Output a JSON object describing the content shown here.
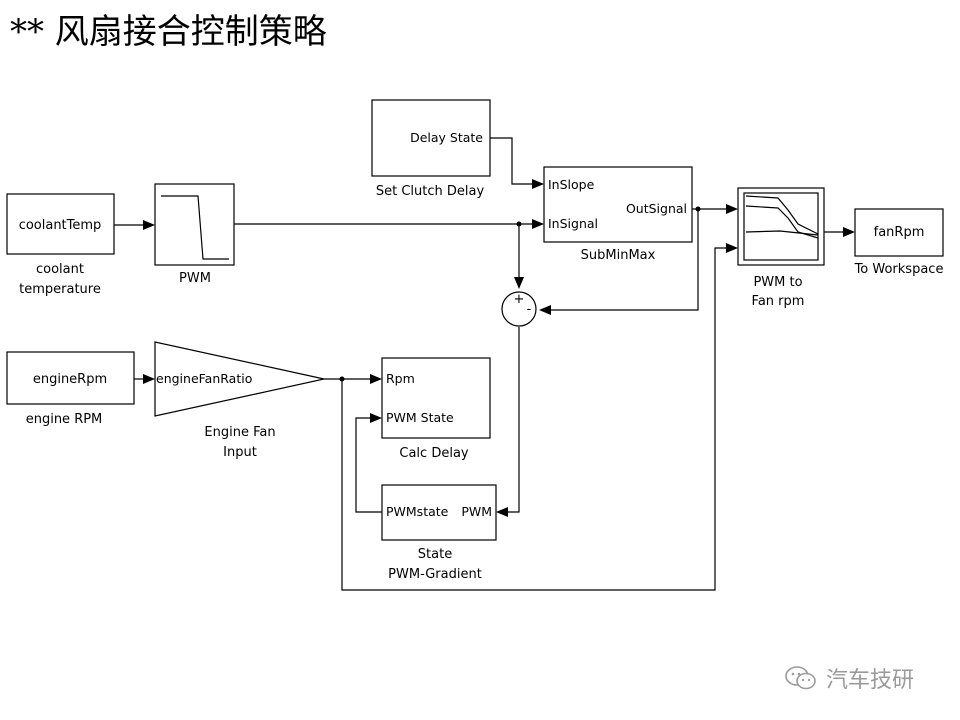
{
  "title": "** 风扇接合控制策略",
  "watermark": {
    "text": "汽车技研",
    "icon": "wechat-icon",
    "color": "#9a9a9a"
  },
  "blocks": {
    "coolant_temp": {
      "text": "coolantTemp",
      "caption1": "coolant",
      "caption2": "temperature"
    },
    "pwm": {
      "caption": "PWM"
    },
    "set_clutch_delay": {
      "port": "Delay State",
      "caption": "Set Clutch Delay"
    },
    "sub_min_max": {
      "in1": "InSlope",
      "in2": "InSignal",
      "out": "OutSignal",
      "caption": "SubMinMax"
    },
    "pwm_to_fan": {
      "caption1": "PWM to",
      "caption2": "Fan rpm"
    },
    "fan_rpm": {
      "text": "fanRpm",
      "caption": "To Workspace"
    },
    "sum": {
      "sign_plus": "+",
      "sign_minus": "-"
    },
    "engine_rpm": {
      "text": "engineRpm",
      "caption": "engine RPM"
    },
    "engine_fan": {
      "text": "engineFanRatio",
      "caption1": "Engine Fan",
      "caption2": "Input"
    },
    "calc_delay": {
      "in1": "Rpm",
      "in2": "PWM State",
      "caption": "Calc Delay"
    },
    "state_gradient": {
      "in": "PWMstate",
      "out": "PWM",
      "caption1": "State",
      "caption2": "PWM-Gradient"
    }
  }
}
